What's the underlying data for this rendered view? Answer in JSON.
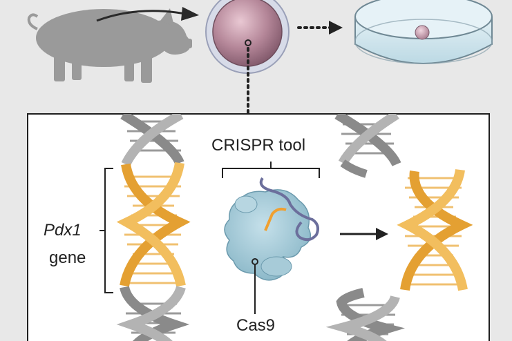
{
  "labels": {
    "crispr_tool": "CRISPR tool",
    "gene_italic": "Pdx1",
    "gene_word": "gene",
    "cas9": "Cas9"
  },
  "colors": {
    "background": "#e8e8e8",
    "panel_fill": "#ffffff",
    "panel_border": "#1f1f1f",
    "pig": "#9b9b9b",
    "egg_outer": "#cfd3e4",
    "egg_inner": "#a57a8a",
    "dish": "#cfe4ee",
    "dna_gray": "#8a8a8a",
    "dna_orange": "#e9a83a",
    "cas9_blue": "#9cc3d0",
    "guide_rna": "#6c6f9c",
    "guide_orange": "#f0a030",
    "arrow": "#222222"
  },
  "icons": [
    "pig-icon",
    "egg-cell-icon",
    "petri-dish-icon",
    "dna-helix-icon",
    "cas9-protein-icon",
    "arrow-icon"
  ]
}
